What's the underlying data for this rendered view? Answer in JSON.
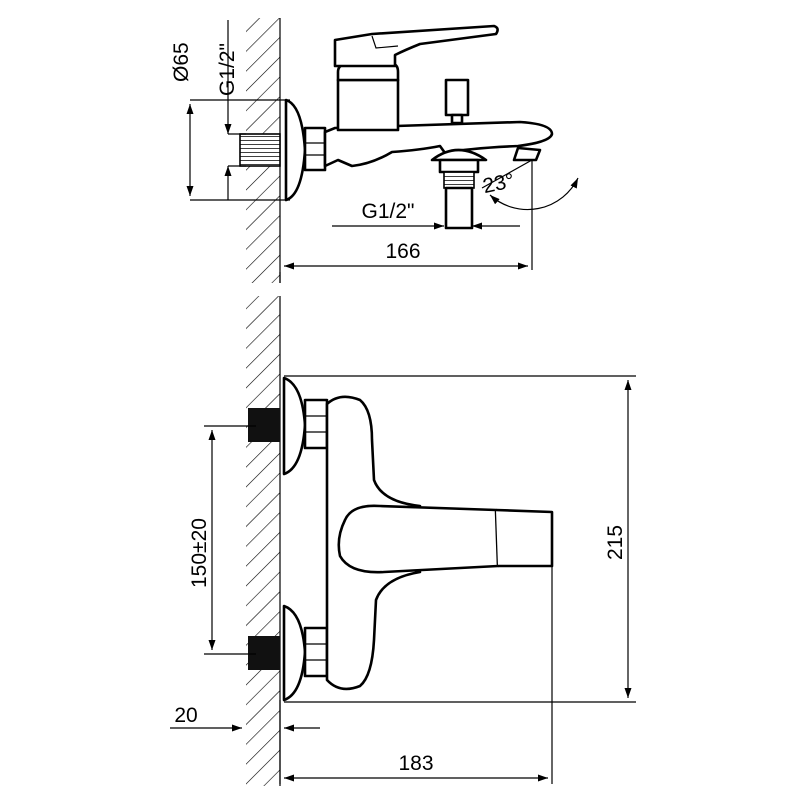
{
  "drawing": {
    "side_view": {
      "diameter_label": "Ø65",
      "inlet_thread_label": "G1/2\"",
      "outlet_thread_label": "G1/2\"",
      "angle_label": "23°",
      "projection_label": "166"
    },
    "front_view": {
      "height_label": "215",
      "center_distance_label": "150±20",
      "wall_offset_label": "20",
      "width_label": "183"
    }
  }
}
